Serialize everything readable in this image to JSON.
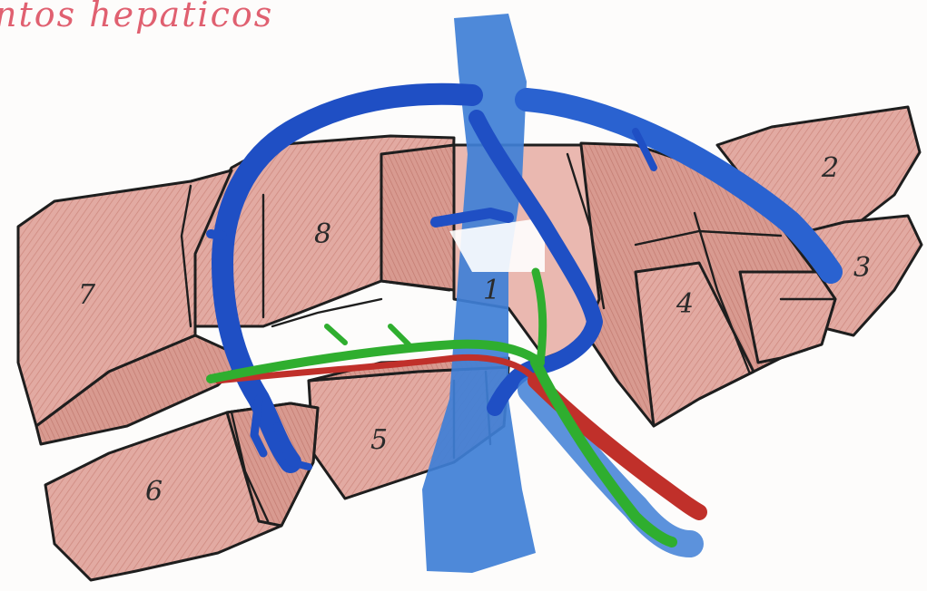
{
  "title": "ntos hepaticos",
  "segments": [
    {
      "id": "seg7",
      "label": "7"
    },
    {
      "id": "seg8",
      "label": "8"
    },
    {
      "id": "seg2",
      "label": "2"
    },
    {
      "id": "seg3",
      "label": "3"
    },
    {
      "id": "seg4",
      "label": "4"
    },
    {
      "id": "seg1",
      "label": "1"
    },
    {
      "id": "seg5",
      "label": "5"
    },
    {
      "id": "seg6",
      "label": "6"
    }
  ],
  "colors": {
    "liver_fill": "#dfa7a0",
    "liver_fill_dark": "#cf8f86",
    "outline": "#1e1e1e",
    "hepatic_vein_blue": "#1f4fc4",
    "portal_vein_blue": "#3f7fd6",
    "bile_duct_green": "#2fae2f",
    "hepatic_artery_red": "#c0302a",
    "title_pink": "#e06070"
  }
}
